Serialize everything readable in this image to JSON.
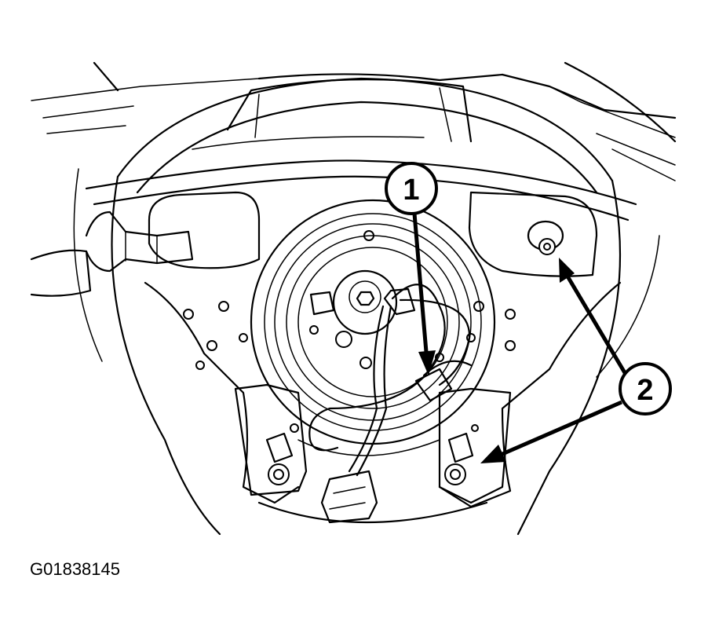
{
  "callouts": [
    {
      "label": "1",
      "target": "airbag-connector"
    },
    {
      "label": "2",
      "target": "mounting-bolts"
    }
  ],
  "figure_code": "G01838145",
  "colors": {
    "ink": "#000000",
    "paper": "#ffffff"
  }
}
